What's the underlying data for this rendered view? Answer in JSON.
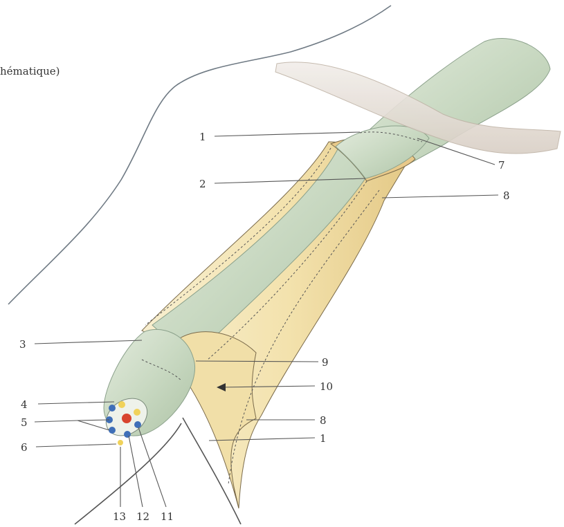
{
  "caption": "hématique)",
  "labels": {
    "l1_top": "1",
    "l2": "2",
    "l3": "3",
    "l4": "4",
    "l5": "5",
    "l6": "6",
    "l7": "7",
    "l8_top": "8",
    "l9": "9",
    "l10": "10",
    "l8_bottom": "8",
    "l1_bottom": "1",
    "l13": "13",
    "l12": "12",
    "l11": "11"
  },
  "colors": {
    "sheath_yellow": "#f3e2ad",
    "sheath_light": "#f8efcf",
    "inner_green": "#c9d9c2",
    "band": "#e6ded6",
    "artery": "#d8452e",
    "vein": "#3f6fb8",
    "nerve": "#f0d25a",
    "outline": "#6a6a6a"
  }
}
